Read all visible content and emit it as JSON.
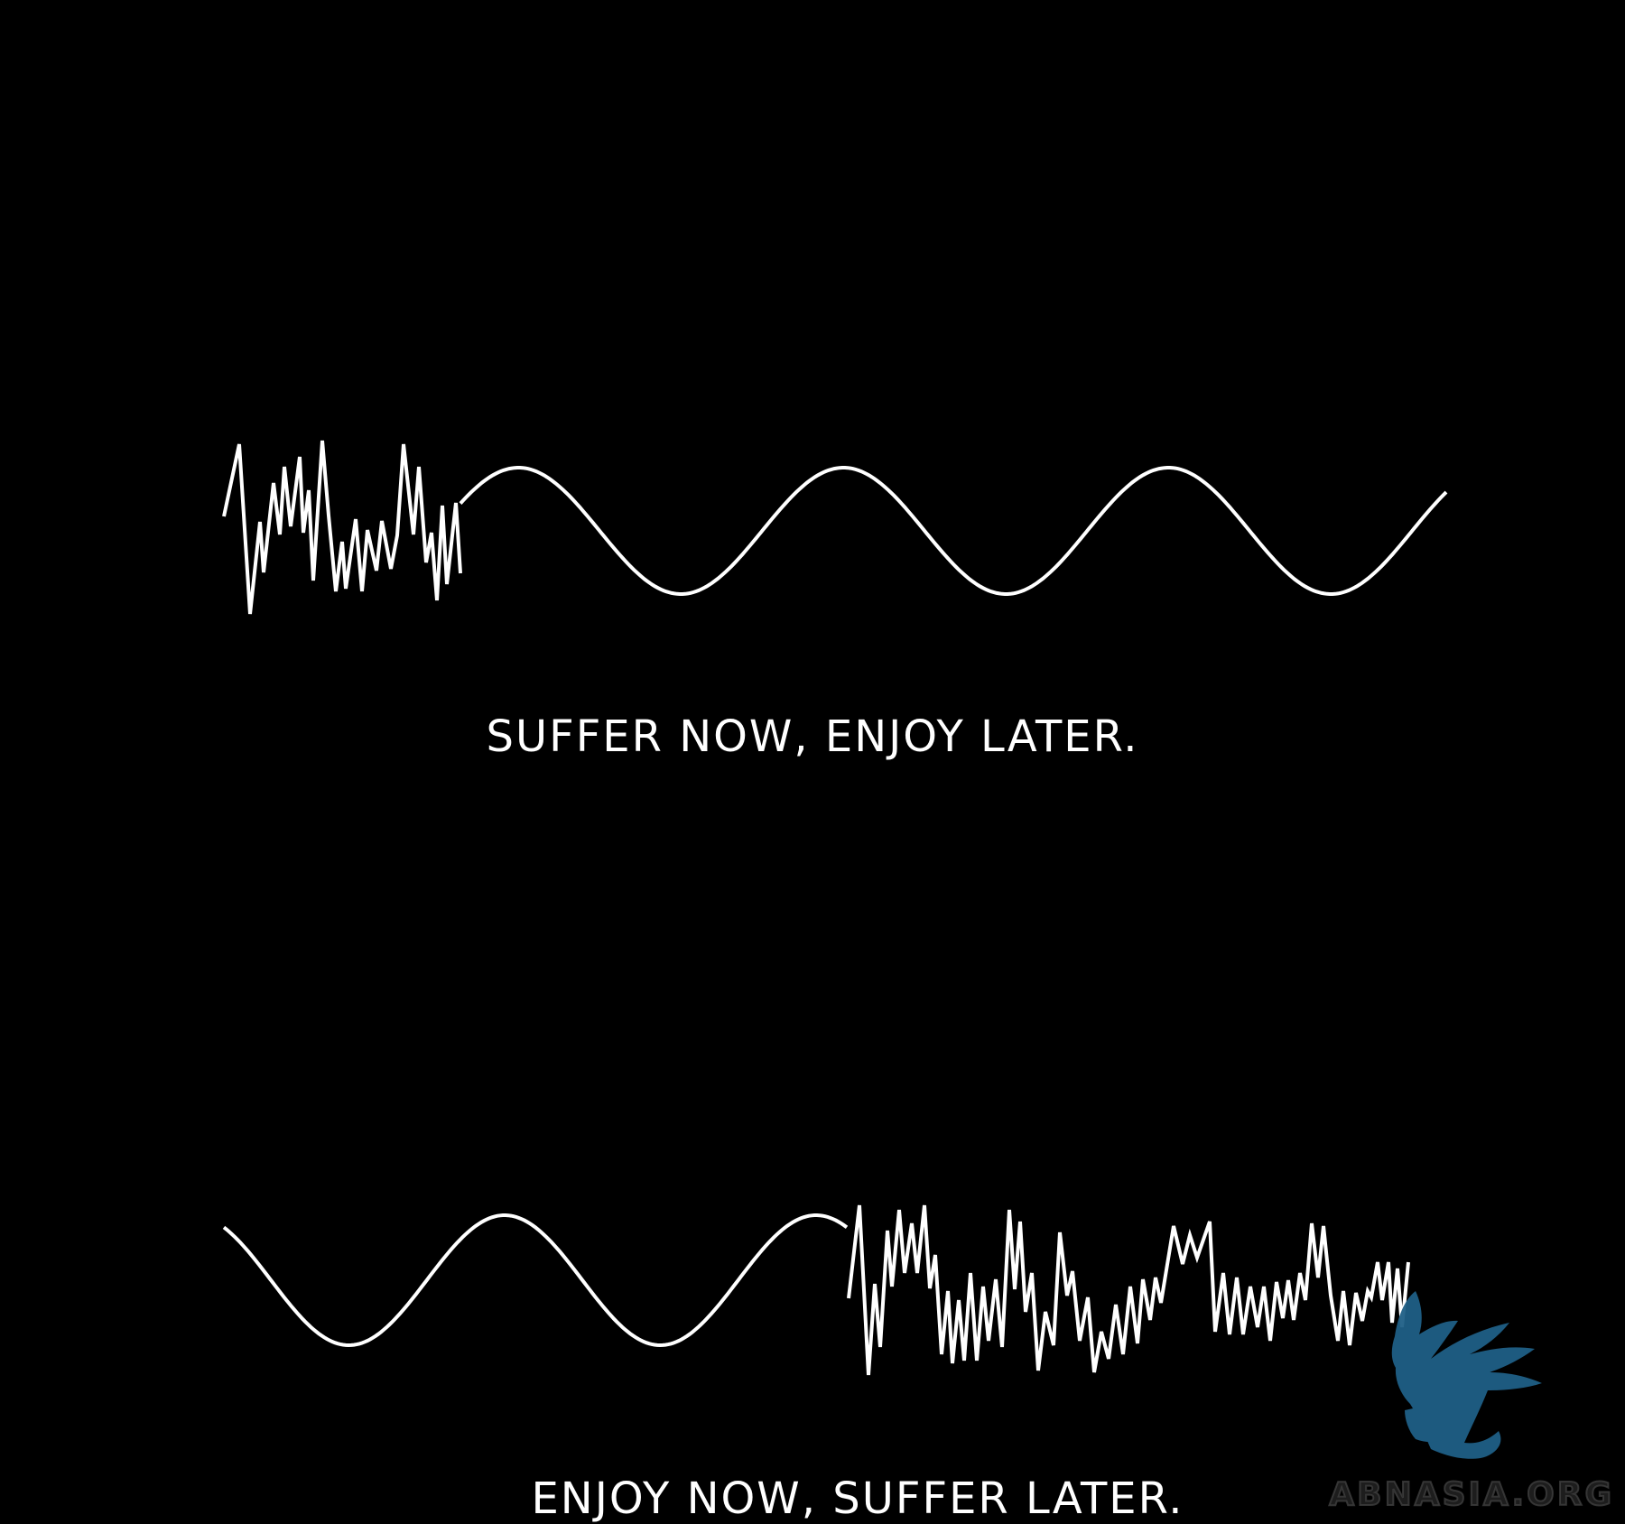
{
  "captions": {
    "top": "SUFFER NOW, ENJOY LATER.",
    "bottom": "ENJOY NOW, SUFFER LATER."
  },
  "watermark": {
    "text": "ABNASIA.ORG",
    "icon": "griffin-icon",
    "color": "#1f5f86"
  },
  "colors": {
    "background": "#000000",
    "line": "#ffffff"
  }
}
